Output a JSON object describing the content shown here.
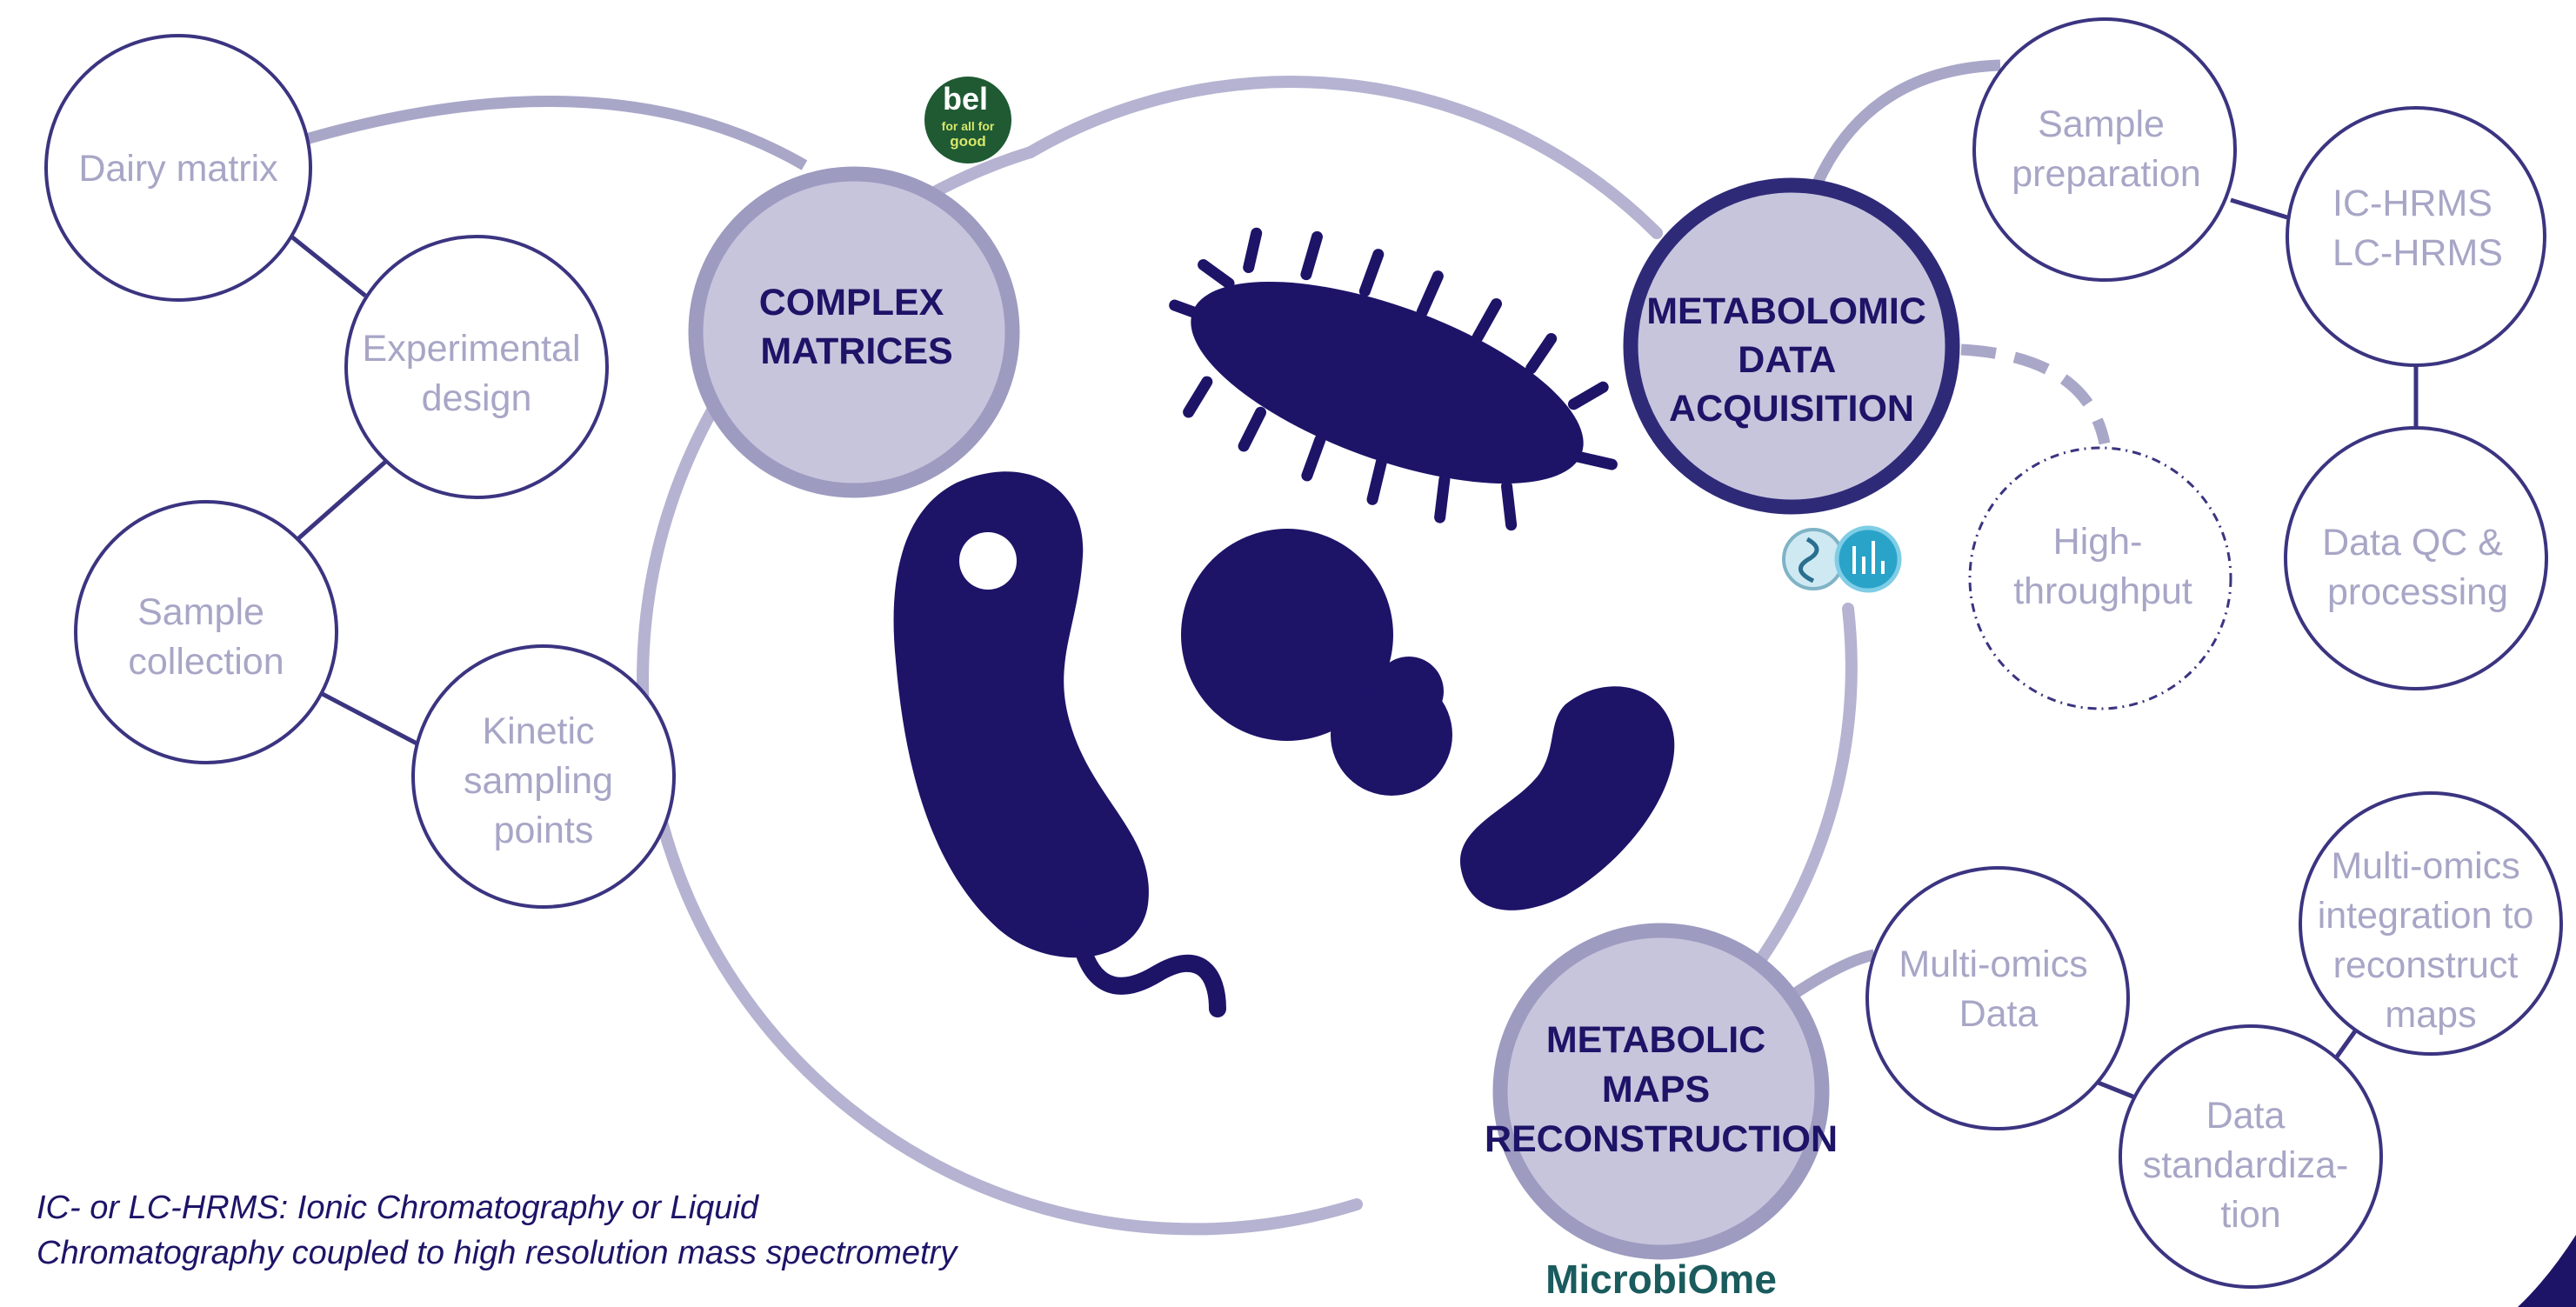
{
  "hubs": {
    "complex_matrices": [
      "COMPLEX",
      "MATRICES"
    ],
    "metabolomic": [
      "METABOLOMIC",
      "DATA",
      "ACQUISITION"
    ],
    "metabolic_maps": [
      "METABOLIC",
      "MAPS",
      "RECONSTRUCTION"
    ]
  },
  "nodes": {
    "dairy_matrix": [
      "Dairy matrix"
    ],
    "experimental_design": [
      "Experimental",
      "design"
    ],
    "sample_collection": [
      "Sample",
      "collection"
    ],
    "kinetic_sampling": [
      "Kinetic",
      "sampling",
      "points"
    ],
    "sample_preparation": [
      "Sample",
      "preparation"
    ],
    "ic_lc_hrms": [
      "IC-HRMS",
      "LC-HRMS"
    ],
    "data_qc": [
      "Data QC &",
      "processing"
    ],
    "high_throughput": [
      "High-",
      "throughput"
    ],
    "multi_omics_data": [
      "Multi-omics",
      "Data"
    ],
    "multi_omics_integration": [
      "Multi-omics",
      "integration to",
      "reconstruct",
      "maps"
    ],
    "data_standardization": [
      "Data",
      "standardiza-",
      "tion"
    ]
  },
  "logos": {
    "bel": [
      "bel",
      "for all for",
      "good"
    ],
    "microbiome": "MicrobiOme"
  },
  "footnote": {
    "line1": "IC- or LC-HRMS: Ionic Chromatography or Liquid",
    "line2": "Chromatography coupled to high resolution mass spectrometry"
  },
  "colors": {
    "navy": "#1d1468",
    "hub_fill": "#c7c5dc",
    "hub_ring": "#9d9bc0",
    "light_text": "#a8a6c6",
    "node_stroke": "#3b3480",
    "arc": "#a9a7c8",
    "bel_green": "#1f5a33",
    "icon_teal": "#2aa3c9"
  }
}
